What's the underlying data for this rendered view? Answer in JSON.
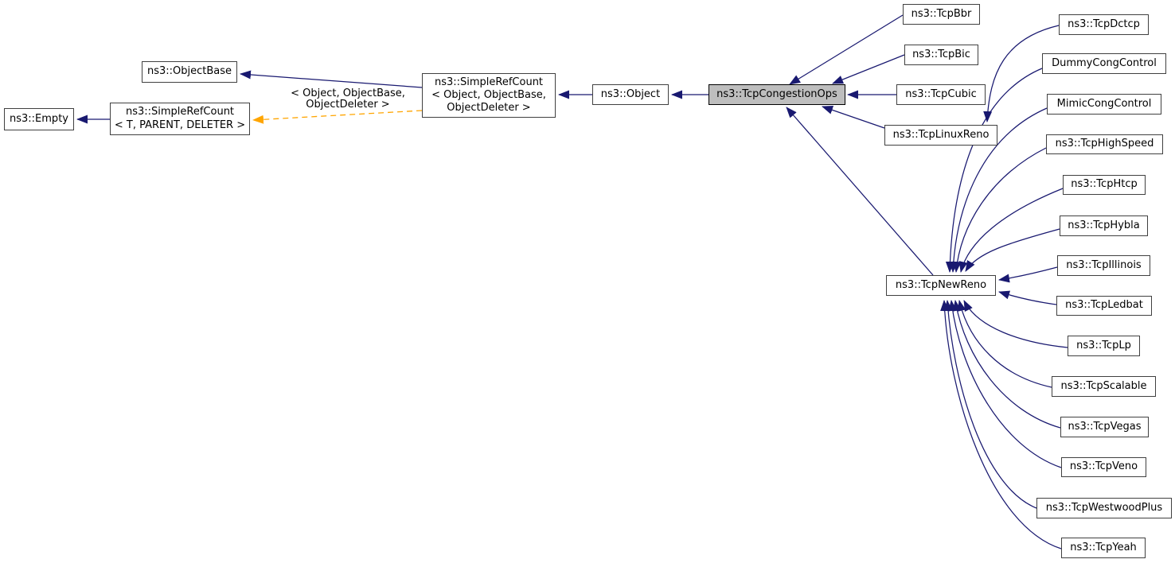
{
  "colors": {
    "edge": "#191970",
    "template_edge": "#ffa500",
    "node_border": "#404040",
    "highlight_fill": "#bebebe",
    "highlight_border": "#000000",
    "background": "#ffffff",
    "text": "#000000"
  },
  "nodes": {
    "empty": {
      "label": "ns3::Empty"
    },
    "simple_ref_count_t": {
      "line1": "ns3::SimpleRefCount",
      "line2": "< T, PARENT, DELETER >"
    },
    "object_base": {
      "label": "ns3::ObjectBase"
    },
    "simple_ref_count_object": {
      "line1": "ns3::SimpleRefCount",
      "line2": "< Object, ObjectBase,",
      "line3": "ObjectDeleter >"
    },
    "object": {
      "label": "ns3::Object"
    },
    "tcp_congestion_ops": {
      "label": "ns3::TcpCongestionOps"
    },
    "tcp_bbr": {
      "label": "ns3::TcpBbr"
    },
    "tcp_bic": {
      "label": "ns3::TcpBic"
    },
    "tcp_cubic": {
      "label": "ns3::TcpCubic"
    },
    "tcp_linux_reno": {
      "label": "ns3::TcpLinuxReno"
    },
    "tcp_new_reno": {
      "label": "ns3::TcpNewReno"
    },
    "tcp_dctcp": {
      "label": "ns3::TcpDctcp"
    },
    "dummy_cong_control": {
      "label": "DummyCongControl"
    },
    "mimic_cong_control": {
      "label": "MimicCongControl"
    },
    "tcp_high_speed": {
      "label": "ns3::TcpHighSpeed"
    },
    "tcp_htcp": {
      "label": "ns3::TcpHtcp"
    },
    "tcp_hybla": {
      "label": "ns3::TcpHybla"
    },
    "tcp_illinois": {
      "label": "ns3::TcpIllinois"
    },
    "tcp_ledbat": {
      "label": "ns3::TcpLedbat"
    },
    "tcp_lp": {
      "label": "ns3::TcpLp"
    },
    "tcp_scalable": {
      "label": "ns3::TcpScalable"
    },
    "tcp_vegas": {
      "label": "ns3::TcpVegas"
    },
    "tcp_veno": {
      "label": "ns3::TcpVeno"
    },
    "tcp_westwood_plus": {
      "label": "ns3::TcpWestwoodPlus"
    },
    "tcp_yeah": {
      "label": "ns3::TcpYeah"
    }
  },
  "edge_label": {
    "line1": "< Object, ObjectBase,",
    "line2": "ObjectDeleter >"
  }
}
